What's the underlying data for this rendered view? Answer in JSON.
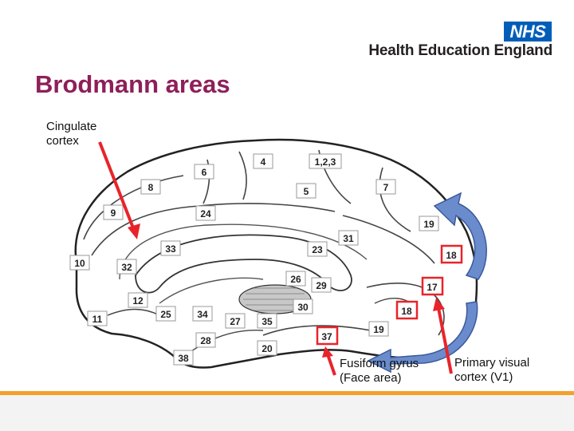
{
  "header": {
    "logo_text": "NHS",
    "org_name": "Health Education England"
  },
  "slide": {
    "title": "Brodmann areas"
  },
  "labels": {
    "cingulate_line1": "Cingulate",
    "cingulate_line2": "cortex",
    "fusiform_line1": "Fusiform gyrus",
    "fusiform_line2": "(Face area)",
    "visual_line1": "Primary visual",
    "visual_line2": "cortex (V1)"
  },
  "areas": [
    "4",
    "1,2,3",
    "6",
    "8",
    "5",
    "7",
    "9",
    "24",
    "19",
    "33",
    "31",
    "23",
    "18",
    "10",
    "32",
    "26",
    "29",
    "17",
    "12",
    "30",
    "18",
    "11",
    "25",
    "34",
    "27",
    "35",
    "19",
    "28",
    "37",
    "38",
    "20"
  ],
  "highlighted_areas": [
    "17",
    "18",
    "37"
  ],
  "colors": {
    "title": "#8e1f59",
    "nhs_blue": "#005eb8",
    "arrow_red": "#e8242a",
    "arrow_blue": "#6a8ccc",
    "footer_orange": "#f5a02a"
  }
}
